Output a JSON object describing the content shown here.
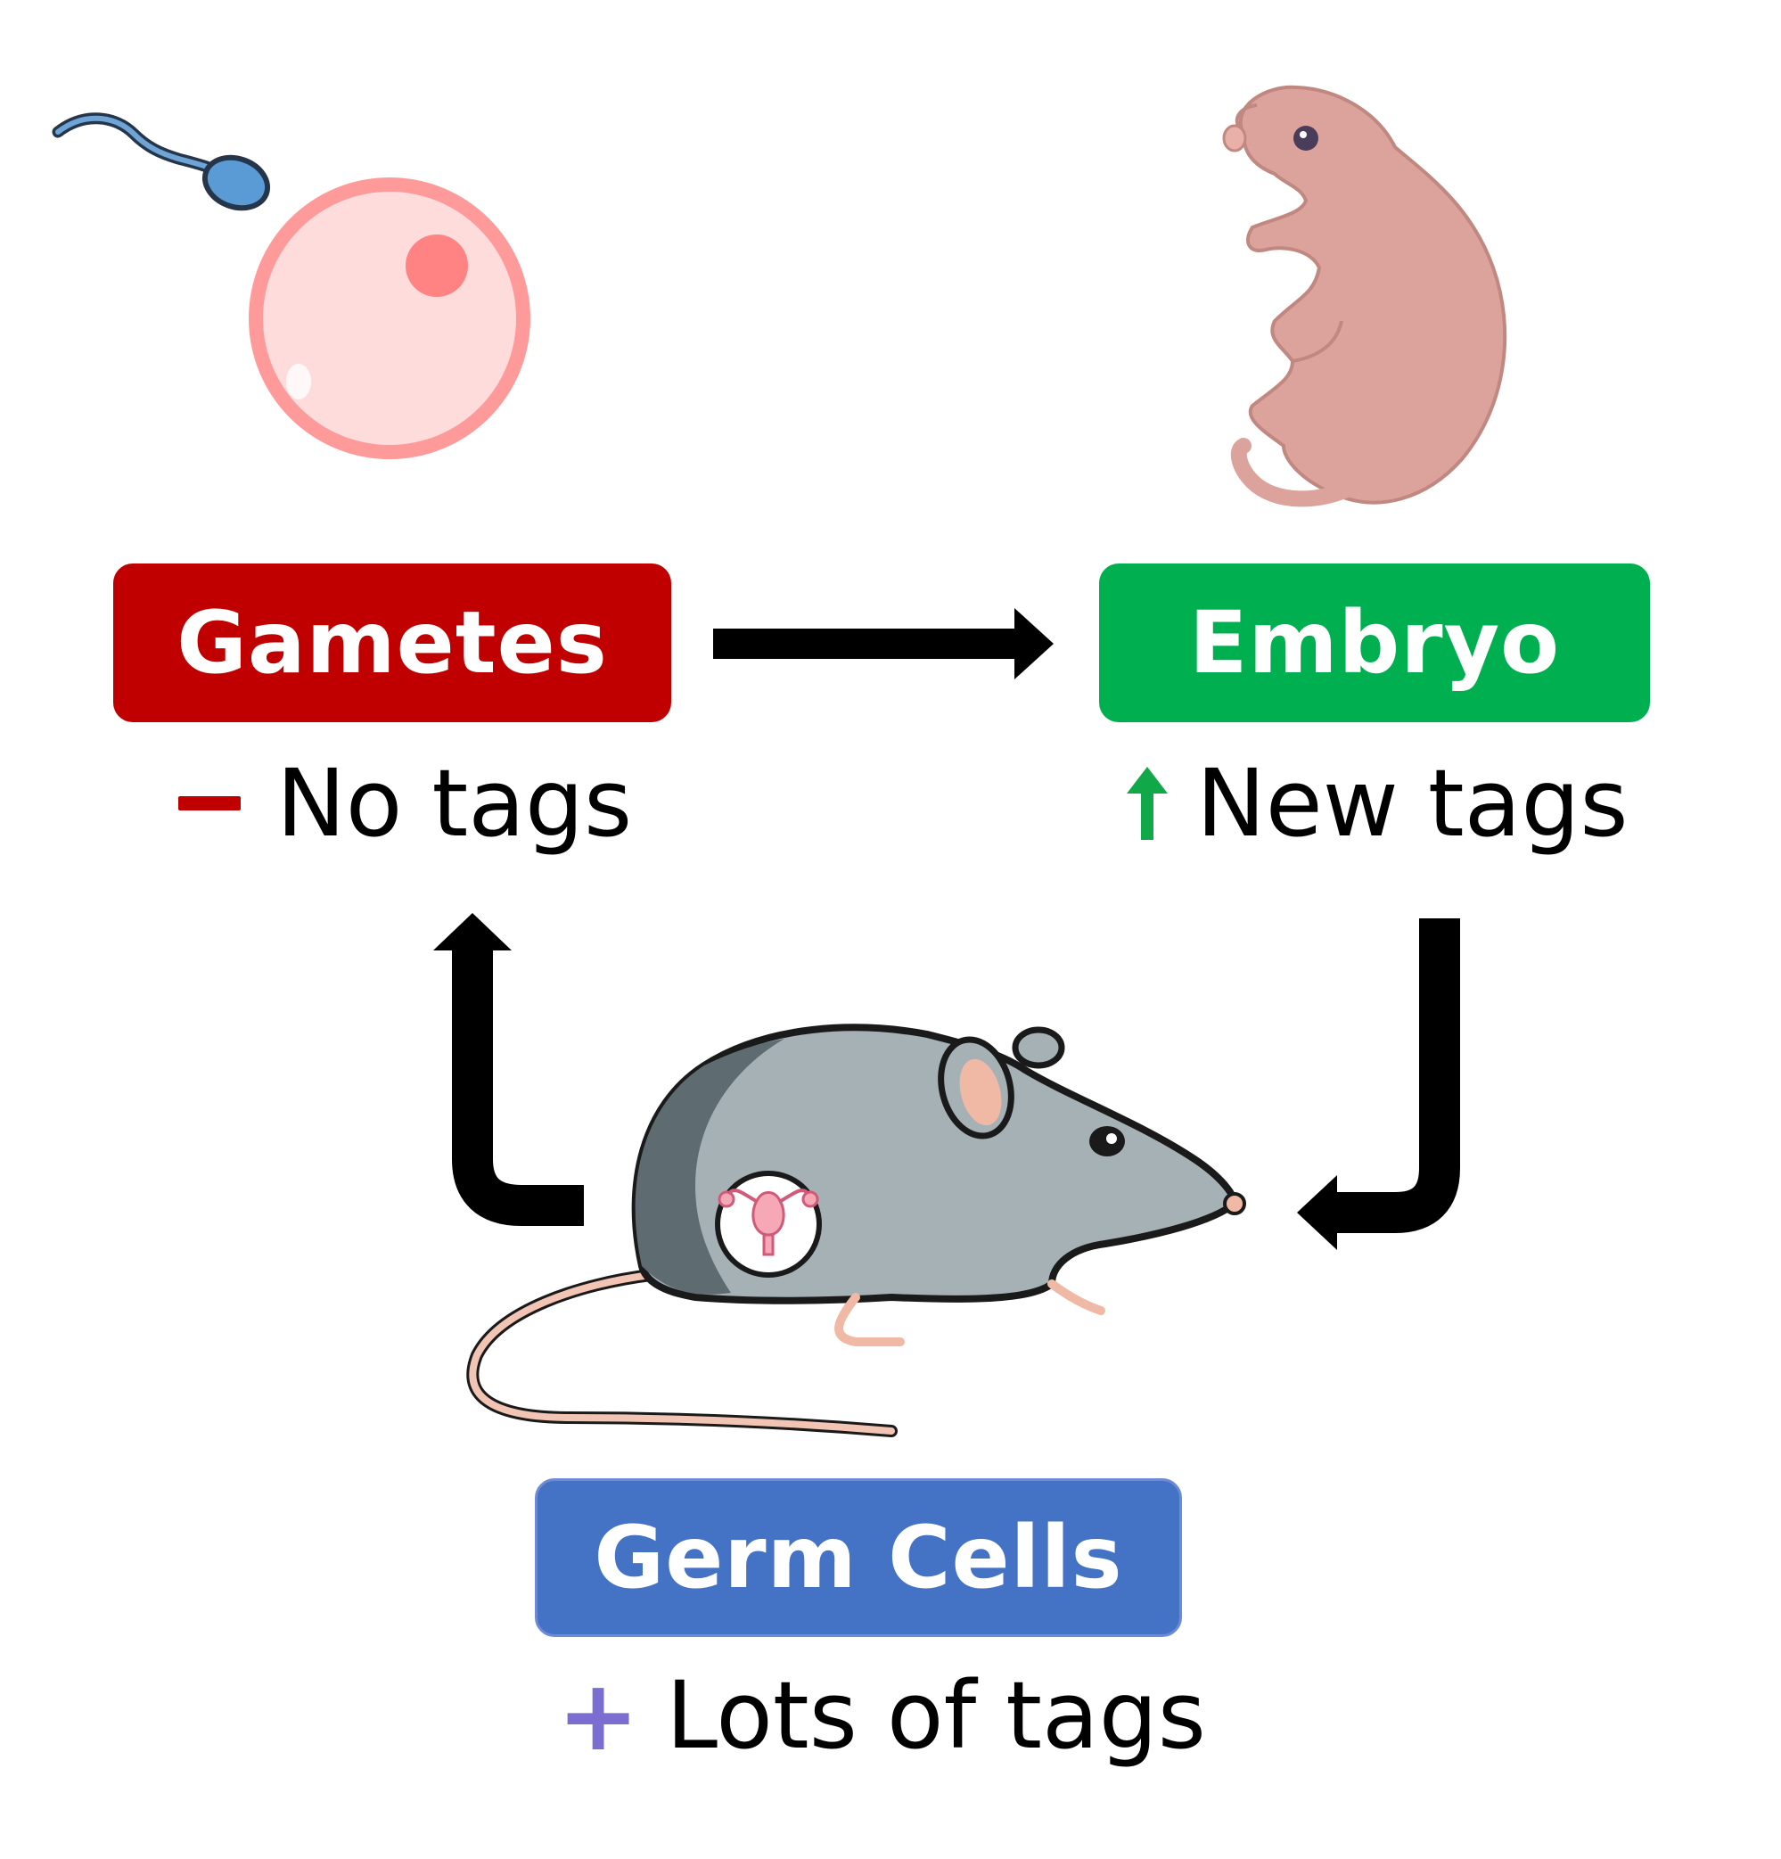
{
  "nodes": {
    "gametes": {
      "label": "Gametes",
      "caption": "No tags",
      "color": "#c00000",
      "sign": "minus"
    },
    "embryo": {
      "label": "Embryo",
      "caption": "New tags",
      "color": "#00b050",
      "sign": "up-arrow"
    },
    "germ_cells": {
      "label": "Germ Cells",
      "caption": "Lots of tags",
      "color": "#4472c4",
      "sign": "plus"
    }
  },
  "signs": {
    "plus": "+"
  },
  "sign_colors": {
    "minus": "#c00000",
    "up-arrow": "#11a84a",
    "plus": "#7a6fd1"
  },
  "edges": [
    {
      "from": "gametes",
      "to": "embryo"
    },
    {
      "from": "embryo",
      "to": "germ_cells"
    },
    {
      "from": "germ_cells",
      "to": "gametes"
    }
  ],
  "icons": [
    "sperm-icon",
    "egg-cell-icon",
    "mouse-pup-icon",
    "adult-mouse-icon",
    "uterus-icon"
  ]
}
